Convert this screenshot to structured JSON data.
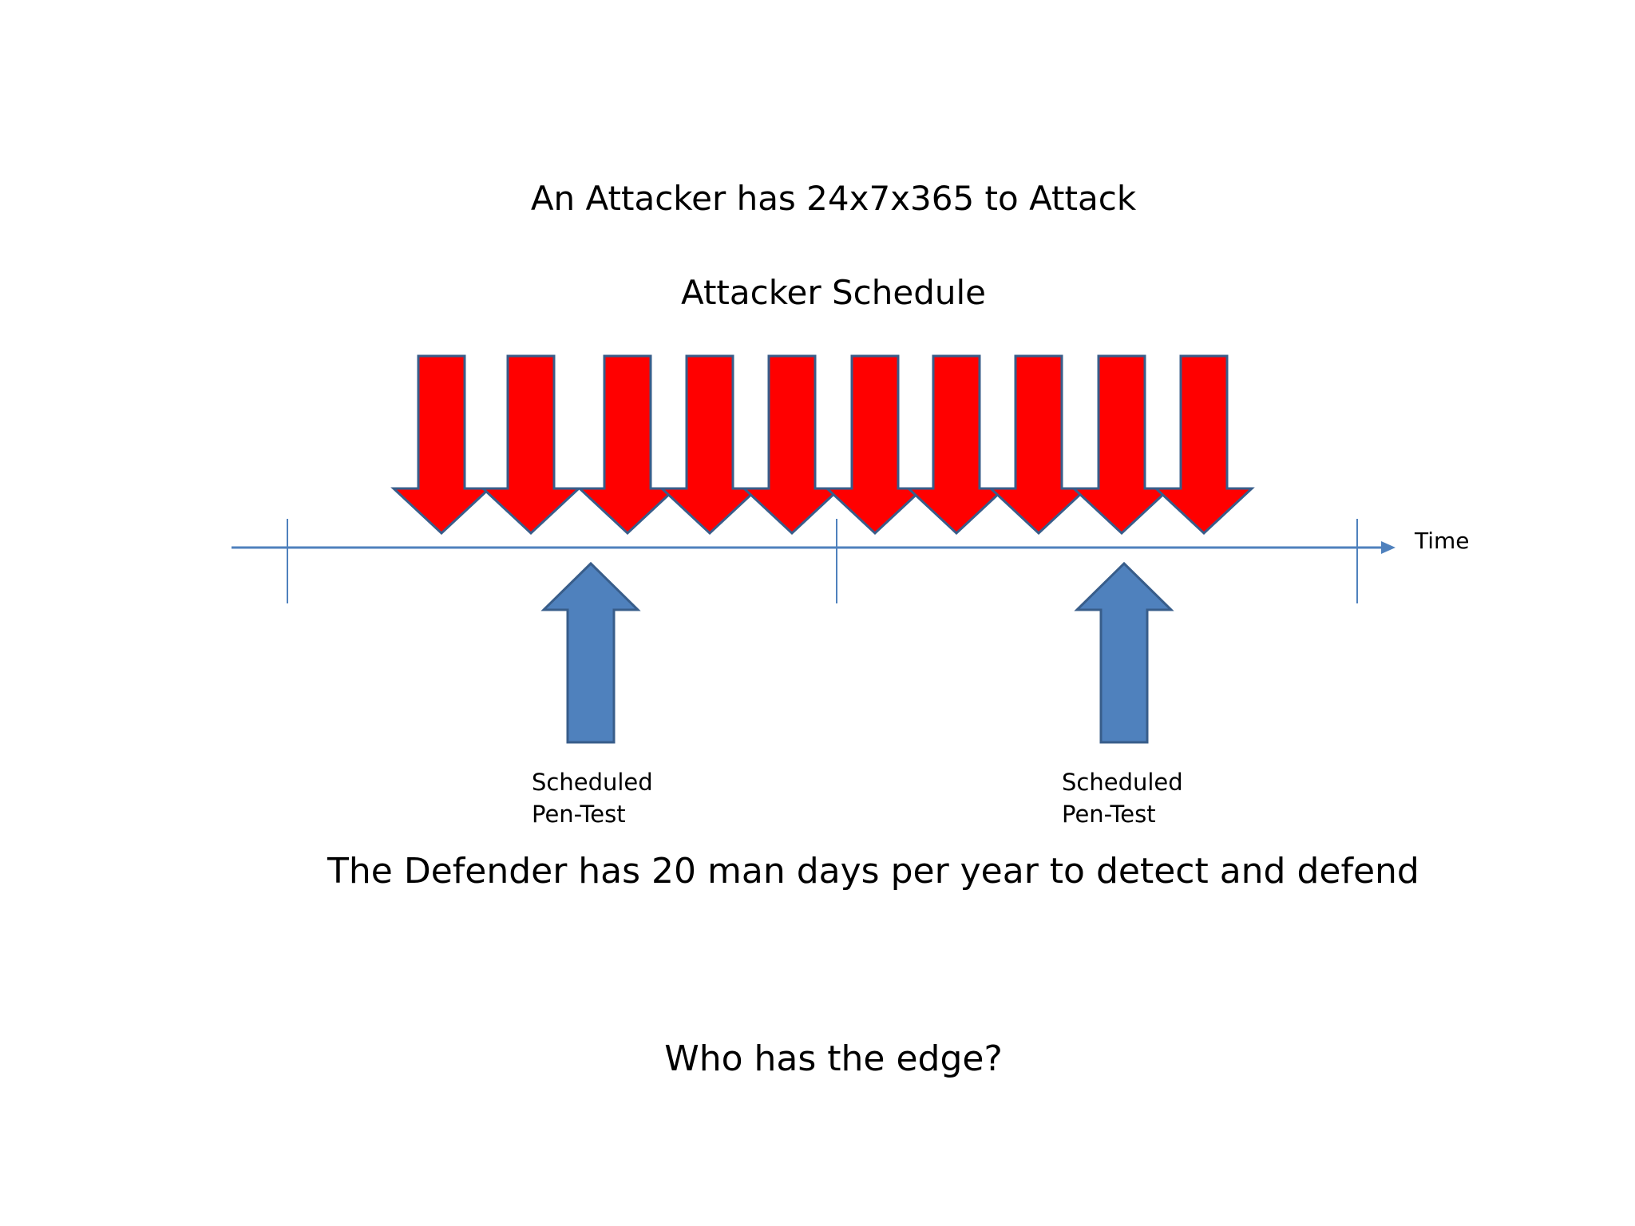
{
  "headline": "An Attacker has 24x7x365 to Attack",
  "schedule_title": "Attacker Schedule",
  "axis": {
    "label": "Time",
    "color": "#4f81bd"
  },
  "attack_arrows": {
    "count": 10,
    "fill": "#ff0000",
    "stroke": "#385d8a"
  },
  "pentests": [
    {
      "line1": "Scheduled",
      "line2": "Pen-Test"
    },
    {
      "line1": "Scheduled",
      "line2": "Pen-Test"
    }
  ],
  "pentest_arrow_fill": "#4f81bd",
  "pentest_arrow_stroke": "#385d8a",
  "defender_text": "The Defender has 20 man days per year to detect and defend",
  "question": "Who has the edge?"
}
